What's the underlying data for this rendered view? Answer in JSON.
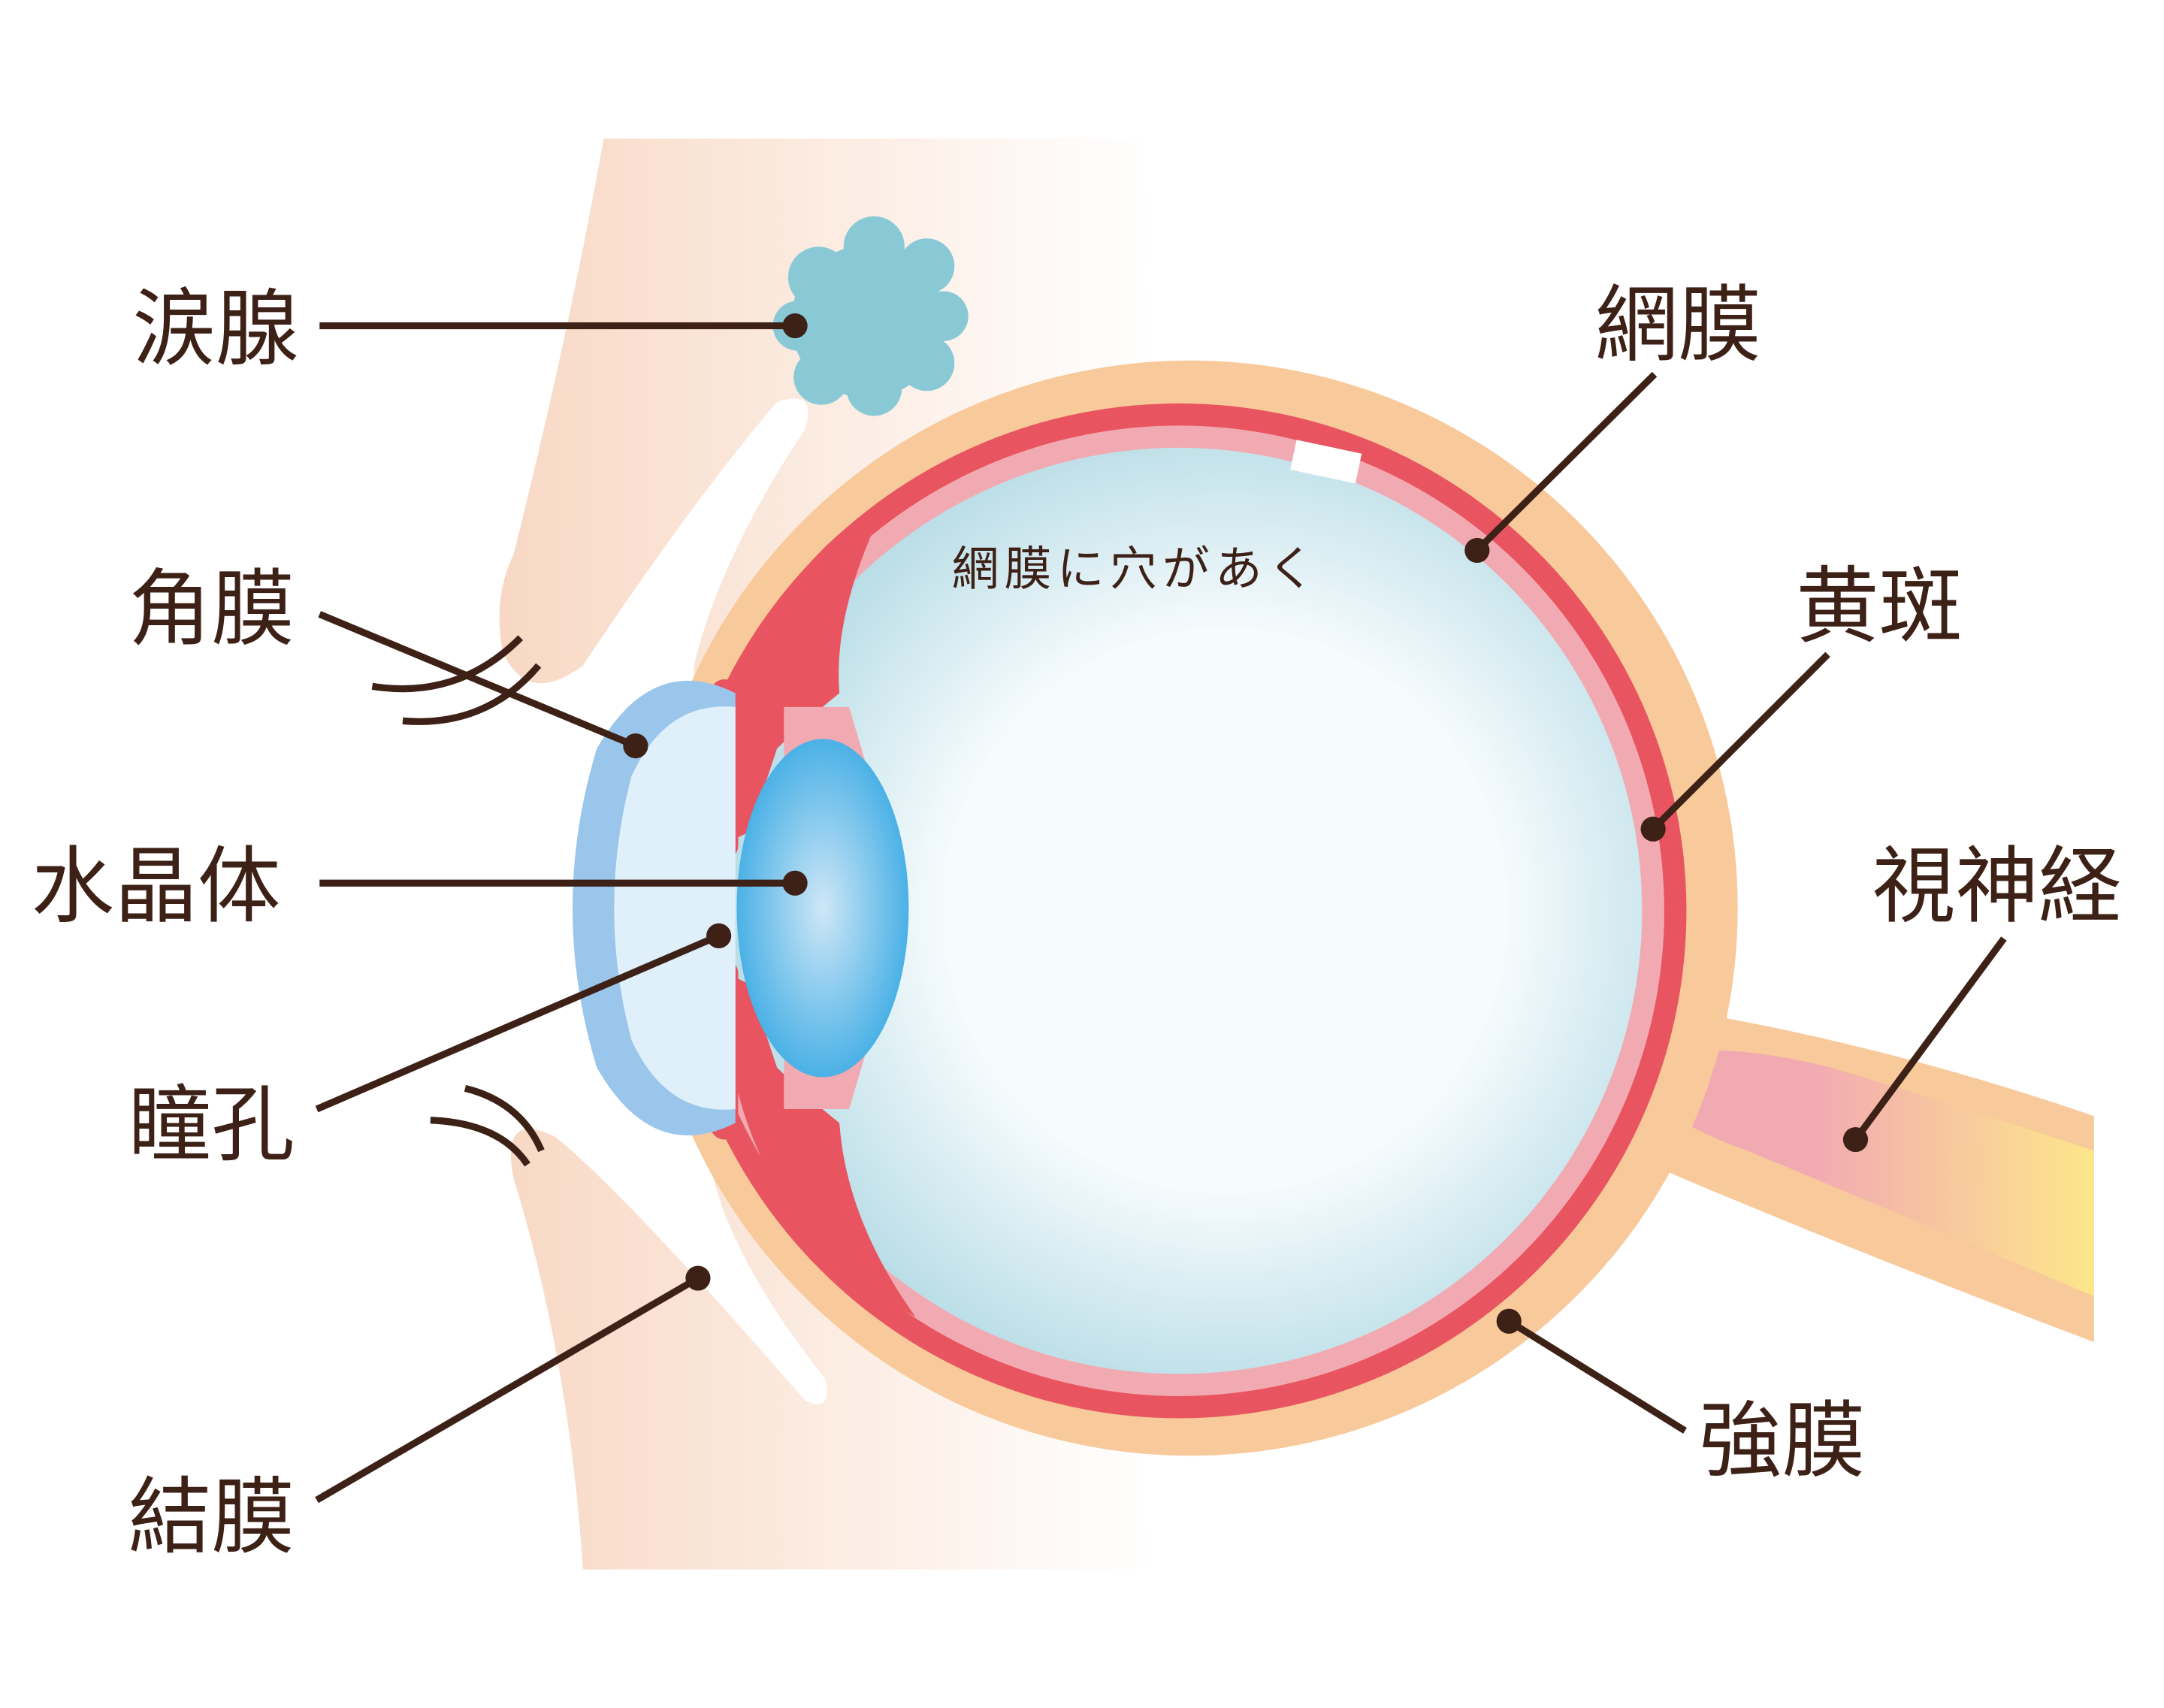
{
  "labels": {
    "lacrimal_gland": "涙腺",
    "cornea": "角膜",
    "lens": "水晶体",
    "pupil": "瞳孔",
    "conjunctiva": "結膜",
    "retina": "網膜",
    "macula": "黄斑",
    "optic_nerve": "視神経",
    "sclera": "強膜"
  },
  "annotation": "網膜に穴があく",
  "colors": {
    "skin": "#f8d8c4",
    "sclera": "#f8c99a",
    "choroid": "#e85560",
    "retina": "#f2aab2",
    "vitreous": "#b9dde6",
    "cornea": "#9ac6ec",
    "lens": "#4bb1e6",
    "lacrimal": "#89c9d6",
    "nerve_tip": "#fde68a",
    "text": "#3d2117"
  }
}
